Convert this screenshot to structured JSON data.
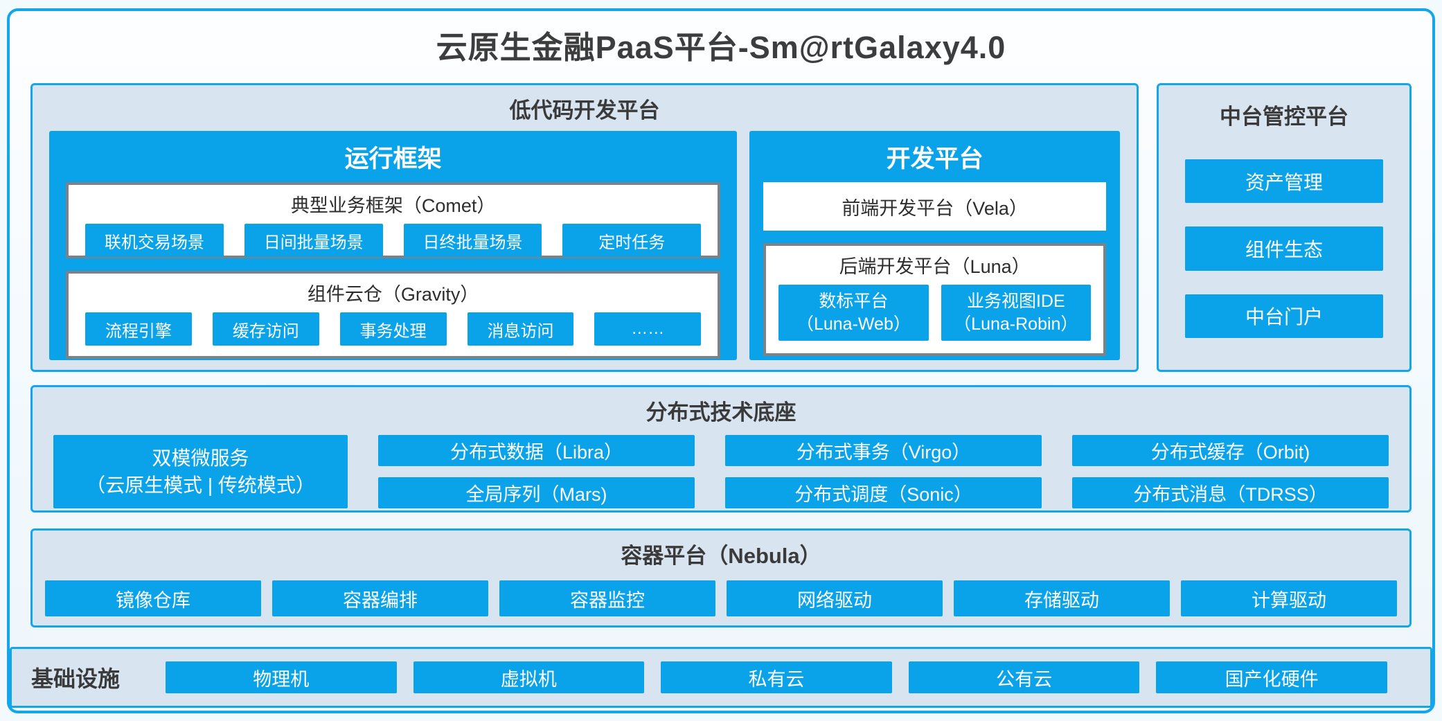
{
  "title": "云原生金融PaaS平台-Sm@rtGalaxy4.0",
  "colors": {
    "accent_blue": "#0aa3e9",
    "border_blue": "#13a7ea",
    "panel_fill": "#d9e4f1",
    "gray_border": "#7b828a",
    "dark_text": "#3a3a3a"
  },
  "lowcode": {
    "title": "低代码开发平台",
    "runtime": {
      "title": "运行框架",
      "comet": {
        "title": "典型业务框架（Comet）",
        "items": [
          "联机交易场景",
          "日间批量场景",
          "日终批量场景",
          "定时任务"
        ]
      },
      "gravity": {
        "title": "组件云仓（Gravity）",
        "items": [
          "流程引擎",
          "缓存访问",
          "事务处理",
          "消息访问",
          "……"
        ]
      }
    },
    "dev": {
      "title": "开发平台",
      "vela": "前端开发平台（Vela）",
      "luna": {
        "title": "后端开发平台（Luna）",
        "items": [
          {
            "line1": "数标平台",
            "line2": "（Luna-Web）"
          },
          {
            "line1": "业务视图IDE",
            "line2": "（Luna-Robin）"
          }
        ]
      }
    }
  },
  "midplatform": {
    "title": "中台管控平台",
    "items": [
      "资产管理",
      "组件生态",
      "中台门户"
    ]
  },
  "distributed": {
    "title": "分布式技术底座",
    "dual_box": {
      "line1": "双模微服务",
      "line2": "（云原生模式 | 传统模式）"
    },
    "columns": [
      [
        "分布式数据（Libra）",
        "全局序列（Mars)"
      ],
      [
        "分布式事务（Virgo）",
        "分布式调度（Sonic）"
      ],
      [
        "分布式缓存（Orbit)",
        "分布式消息（TDRSS）"
      ]
    ]
  },
  "container_platform": {
    "title": "容器平台（Nebula）",
    "items": [
      "镜像仓库",
      "容器编排",
      "容器监控",
      "网络驱动",
      "存储驱动",
      "计算驱动"
    ]
  },
  "infrastructure": {
    "title": "基础设施",
    "items": [
      "物理机",
      "虚拟机",
      "私有云",
      "公有云",
      "国产化硬件"
    ]
  }
}
